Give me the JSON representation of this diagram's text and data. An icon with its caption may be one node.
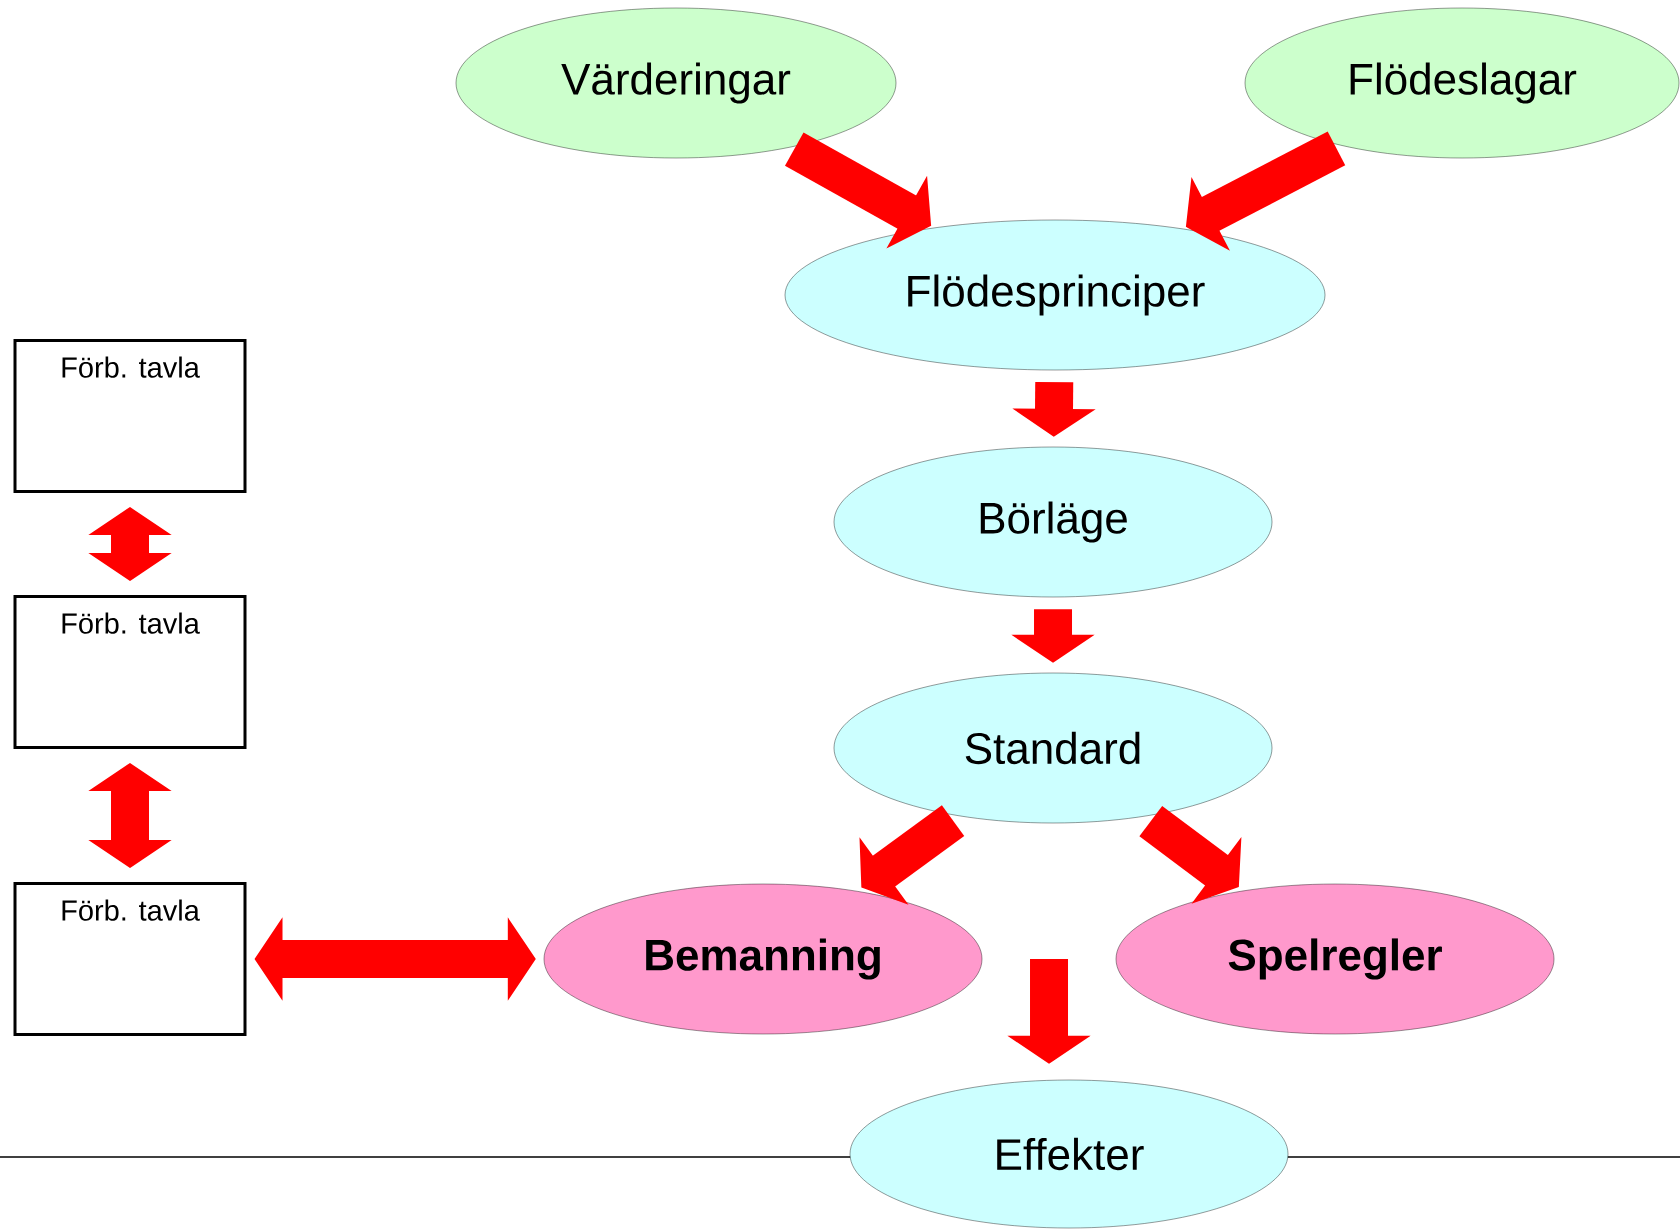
{
  "diagram": {
    "nodes": [
      {
        "text": [
          "Värderingar"
        ]
      },
      {
        "text": [
          "Flödeslagar"
        ]
      },
      {
        "text": [
          "Flödesprinciper"
        ]
      },
      {
        "text": [
          "Börläge"
        ]
      },
      {
        "text": [
          "Standard"
        ]
      },
      {
        "text": [
          "Bemanning"
        ]
      },
      {
        "text": [
          "Spelregler"
        ]
      },
      {
        "text": [
          "Effekter"
        ]
      },
      {
        "text": [
          "Förb. tavla"
        ]
      },
      {
        "text": [
          "Förb. tavla"
        ]
      },
      {
        "text": [
          "Förb. tavla"
        ]
      }
    ],
    "edges": [
      {
        "from": 0,
        "to": 2,
        "arrow": "to"
      },
      {
        "from": 1,
        "to": 2,
        "arrow": "to"
      },
      {
        "from": 2,
        "to": 3,
        "arrow": "to"
      },
      {
        "from": 3,
        "to": 4,
        "arrow": "to"
      },
      {
        "from": 4,
        "to": 5,
        "arrow": "to"
      },
      {
        "from": 4,
        "to": 6,
        "arrow": "to"
      },
      {
        "from": 5,
        "to": 7,
        "arrow": "to"
      },
      {
        "from": 6,
        "to": 7,
        "arrow": "to"
      },
      {
        "from": 8,
        "to": 9,
        "arrow": "both"
      },
      {
        "from": 9,
        "to": 10,
        "arrow": "both"
      },
      {
        "from": 10,
        "to": 5,
        "arrow": "both"
      }
    ]
  }
}
